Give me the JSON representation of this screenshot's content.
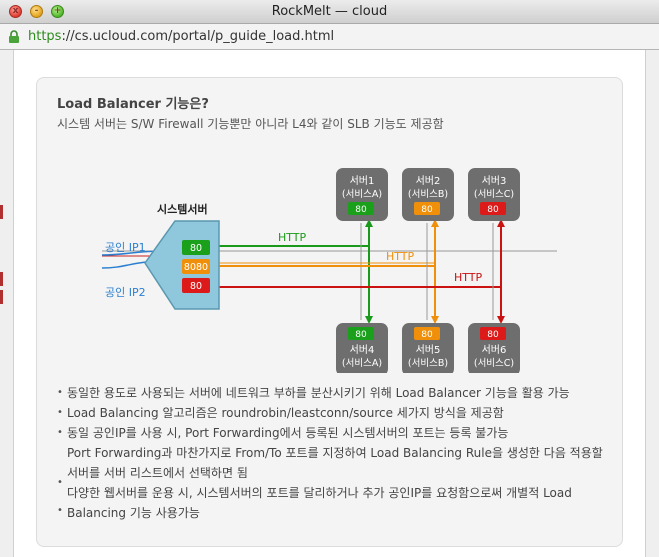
{
  "window": {
    "title": "RockMelt — cloud"
  },
  "traffic_lights": {
    "close": "x",
    "minimize": "-",
    "maximize": "+"
  },
  "address_bar": {
    "scheme": "https",
    "rest": "://cs.ucloud.com/portal/p_guide_load.html"
  },
  "panel": {
    "title": "Load Balancer 기능은?",
    "subtitle": "시스템 서버는 S/W Firewall 기능뿐만 아니라 L4와 같이 SLB 기능도 제공함"
  },
  "diagram": {
    "system_server_label": "시스템서버",
    "public_ip1": "공인 IP1",
    "public_ip2": "공인 IP2",
    "ports": [
      "80",
      "8080",
      "80"
    ],
    "links": [
      {
        "label": "HTTP",
        "color": "#1a9a1a"
      },
      {
        "label": "HTTP",
        "color": "#f0900a"
      },
      {
        "label": "HTTP",
        "color": "#cc1111"
      }
    ],
    "servers_top": [
      {
        "name": "서버1",
        "service": "(서비스A)",
        "port": "80",
        "port_color": "#1aa01a"
      },
      {
        "name": "서버2",
        "service": "(서비스B)",
        "port": "80",
        "port_color": "#f0900a"
      },
      {
        "name": "서버3",
        "service": "(서비스C)",
        "port": "80",
        "port_color": "#dd1a1a"
      }
    ],
    "servers_bottom": [
      {
        "name": "서버4",
        "service": "(서비스A)",
        "port": "80",
        "port_color": "#1aa01a"
      },
      {
        "name": "서버5",
        "service": "(서비스B)",
        "port": "80",
        "port_color": "#f0900a"
      },
      {
        "name": "서버6",
        "service": "(서비스C)",
        "port": "80",
        "port_color": "#dd1a1a"
      }
    ]
  },
  "bullets": [
    "동일한 용도로 사용되는 서버에 네트워크 부하를 분산시키기 위해 Load Balancer 기능을 활용 가능",
    "Load Balancing 알고리즘은 roundrobin/leastconn/source 세가지 방식을 제공함",
    "동일 공인IP를 사용 시, Port Forwarding에서 등록된 시스템서버의 포트는 등록 불가능",
    "Port Forwarding과 마찬가지로 From/To 포트를 지정하여 Load Balancing Rule을 생성한 다음 적용할 서버를 서버 리스트에서 선택하면 됨",
    "다양한 웹서버를 운용 시, 시스템서버의 포트를 달리하거나 추가 공인IP를 요청함으로써 개별적 Load Balancing 기능 사용가능"
  ]
}
